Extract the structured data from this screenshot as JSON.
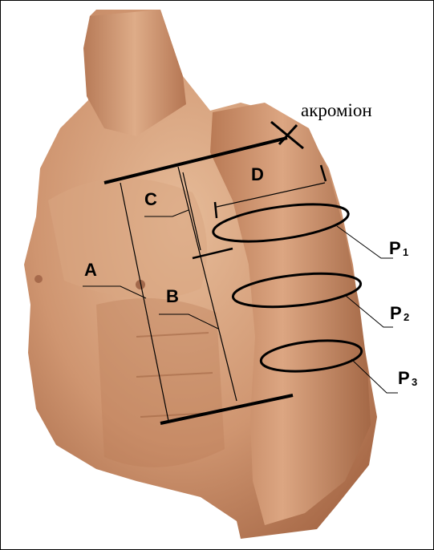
{
  "labels": {
    "acromion": "акроміон",
    "A": "A",
    "B": "B",
    "C": "C",
    "D": "D",
    "P1_main": "P",
    "P1_sub": "1",
    "P2_main": "P",
    "P2_sub": "2",
    "P3_main": "P",
    "P3_sub": "3"
  },
  "colors": {
    "skin_light": "#e2b48f",
    "skin_mid": "#c98d66",
    "skin_dark": "#9c5f3f",
    "line": "#000000"
  }
}
